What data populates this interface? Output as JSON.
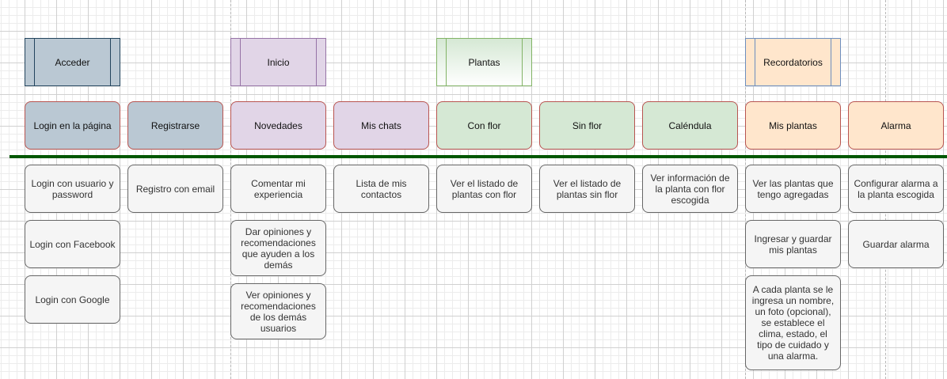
{
  "colors": {
    "blue_gray_fill": "#bac8d3",
    "blue_gray_stroke": "#23445d",
    "purple_fill": "#e1d5e7",
    "purple_stroke": "#9673a6",
    "green_fill": "#d5e8d4",
    "green_stroke": "#82b366",
    "orange_fill": "#ffe6cc",
    "orange_stroke": "#6c8ebf",
    "header_stroke": "#b85450",
    "card_fill": "#f5f5f5",
    "card_stroke": "#666666",
    "divider": "#005700"
  },
  "sections": [
    {
      "label": "Acceder"
    },
    {
      "label": "Inicio"
    },
    {
      "label": "Plantas"
    },
    {
      "label": "Recordatorios"
    }
  ],
  "features": [
    {
      "label": "Login en la página",
      "items": [
        "Login con usuario y password",
        "Login con Facebook",
        "Login con Google"
      ]
    },
    {
      "label": "Registrarse",
      "items": [
        "Registro con email"
      ]
    },
    {
      "label": "Novedades",
      "items": [
        "Comentar mi experiencia",
        "Dar opiniones y recomendaciones que ayuden a los demás",
        "Ver opiniones y recomendaciones de los demás usuarios"
      ]
    },
    {
      "label": "Mis chats",
      "items": [
        "Lista de mis contactos"
      ]
    },
    {
      "label": "Con flor",
      "items": [
        "Ver el listado de plantas con flor"
      ]
    },
    {
      "label": "Sin flor",
      "items": [
        "Ver el listado de plantas sin flor"
      ]
    },
    {
      "label": "Caléndula",
      "items": [
        "Ver información de la planta con flor escogida"
      ]
    },
    {
      "label": "Mis plantas",
      "items": [
        "Ver las plantas que tengo agregadas",
        "Ingresar y guardar mis plantas",
        "A cada planta se le ingresa un nombre, un foto (opcional), se establece el clima, estado, el tipo de cuidado y una alarma."
      ]
    },
    {
      "label": "Alarma",
      "items": [
        "Configurar alarma a la planta escogida",
        "Guardar alarma"
      ]
    }
  ]
}
